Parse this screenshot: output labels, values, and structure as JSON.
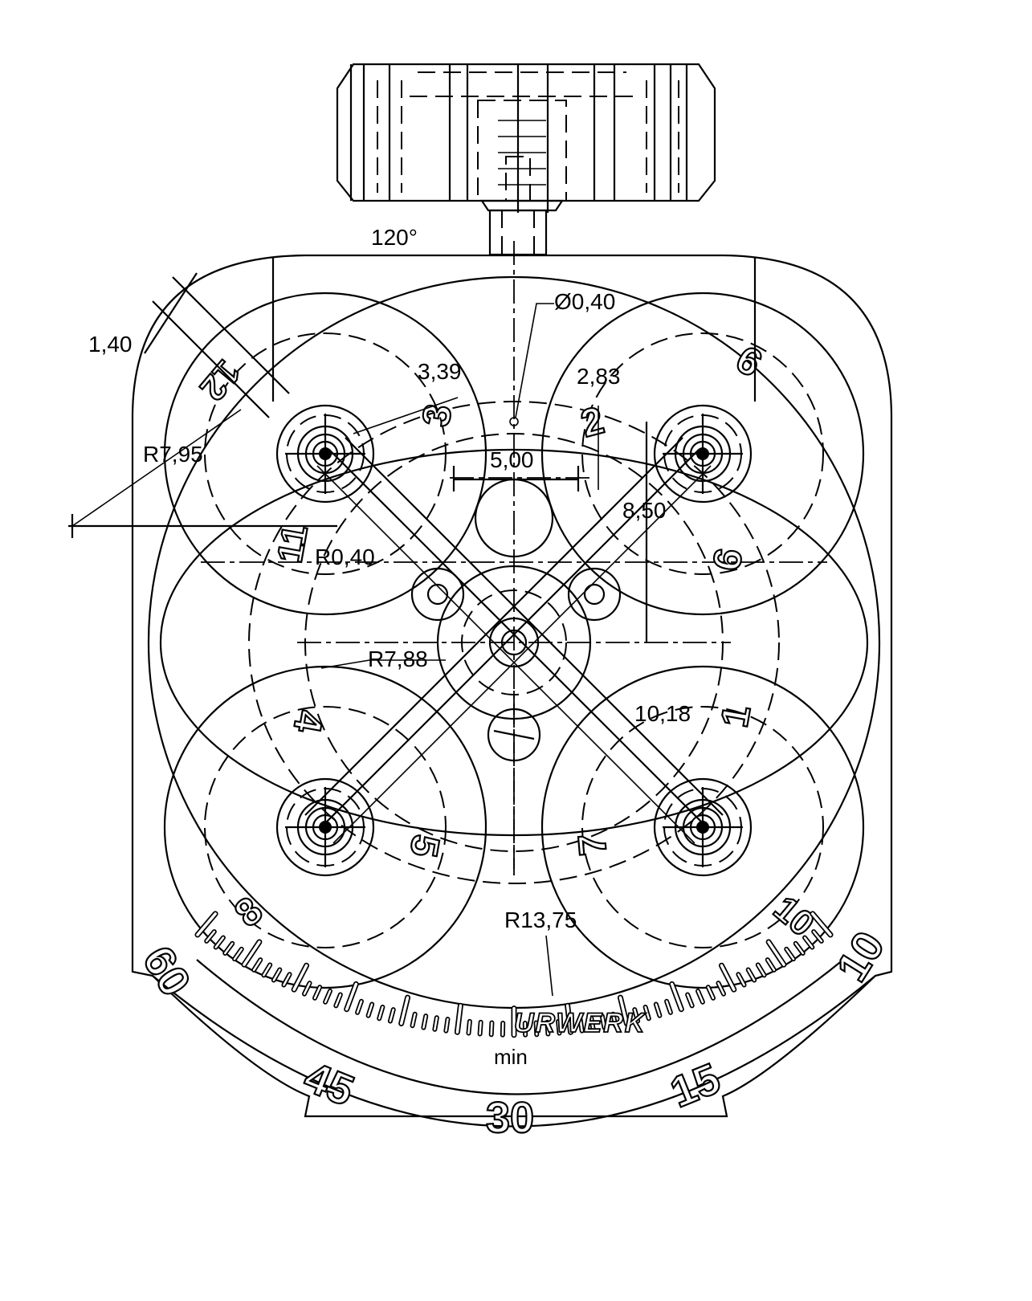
{
  "figure": {
    "brand": "URWERK",
    "scale_unit": "min",
    "scale_numbers": [
      "60",
      "45",
      "30",
      "15",
      "10"
    ],
    "dimensions": {
      "angle": "120°",
      "width_140": "1,40",
      "diameter": "Ø0,40",
      "d339": "3,39",
      "d283": "2,83",
      "radius_795": "R7,95",
      "d500": "5,00",
      "d850": "8,50",
      "radius_040": "R0,40",
      "radius_788": "R7,88",
      "d1018": "10,18",
      "radius_1375": "R13,75"
    },
    "satellite_numerals": [
      "3",
      "2",
      "9",
      "6",
      "4",
      "5",
      "7",
      "8",
      "1",
      "10",
      "12",
      "11"
    ]
  }
}
